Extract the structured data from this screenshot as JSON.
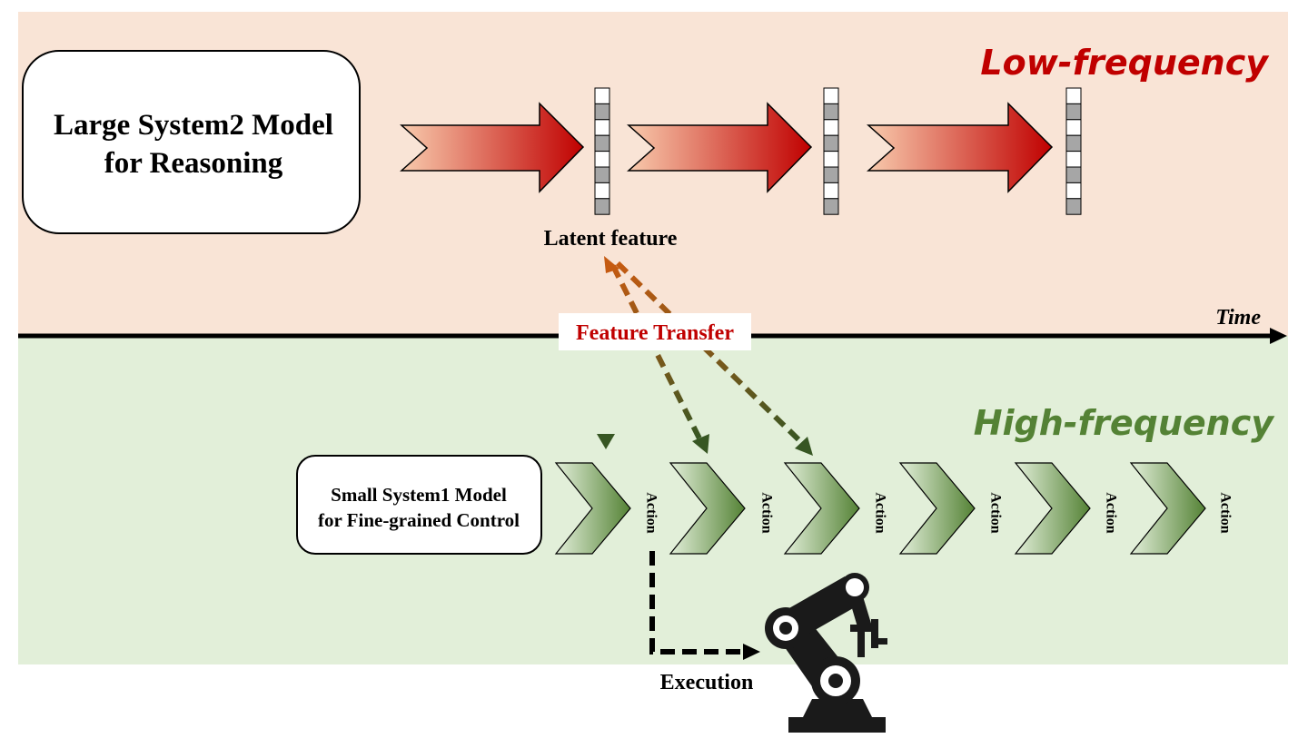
{
  "colors": {
    "low_band": "#f9e4d6",
    "high_band": "#e2efd9",
    "low_title": "#c00000",
    "high_title": "#548235",
    "transfer_label": "#c00000",
    "arrow_red_start": "#f8cbad",
    "arrow_red_end": "#c00000",
    "arrow_green_start": "#e2efd9",
    "arrow_green_end": "#548235",
    "feature_cell_gray": "#a6a6a6",
    "dashed_orange": "#c55a11",
    "dashed_green": "#375623"
  },
  "low_frequency": {
    "title": "Low-frequency",
    "model_box": {
      "line1": "Large System2 Model",
      "line2": "for Reasoning"
    },
    "latent_label": "Latent feature"
  },
  "time_axis": {
    "label": "Time"
  },
  "feature_transfer": {
    "label": "Feature Transfer"
  },
  "high_frequency": {
    "title": "High-frequency",
    "model_box": {
      "line1": "Small System1 Model",
      "line2": "for Fine-grained Control"
    },
    "actions": [
      "Action",
      "Action",
      "Action",
      "Action",
      "Action",
      "Action"
    ]
  },
  "execution": {
    "label": "Execution",
    "icon": "robot-arm-icon"
  }
}
